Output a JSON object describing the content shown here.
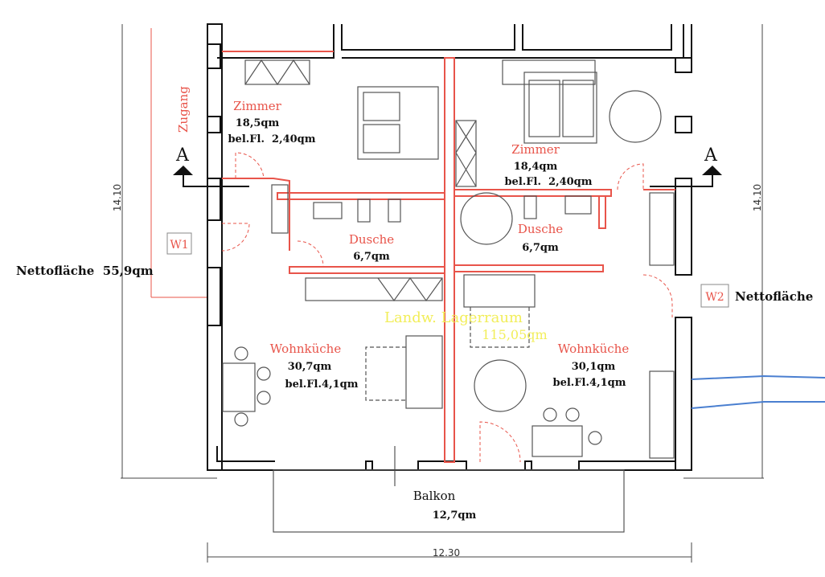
{
  "plan": {
    "access_label": "Zugang",
    "section_marker": "A",
    "units": {
      "w1": {
        "tag": "W1",
        "net_area": "Nettofläche  55,9qm",
        "bedroom": {
          "name": "Zimmer",
          "area": "18,5qm",
          "usable": "bel.Fl.  2,40qm"
        },
        "shower": {
          "name": "Dusche",
          "area": "6,7qm"
        },
        "kitchen": {
          "name": "Wohnküche",
          "area": "30,7qm",
          "usable": "bel.Fl.4,1qm"
        }
      },
      "w2": {
        "tag": "W2",
        "net_area": "Nettofläche",
        "bedroom": {
          "name": "Zimmer",
          "area": "18,4qm",
          "usable": "bel.Fl.  2,40qm"
        },
        "shower": {
          "name": "Dusche",
          "area": "6,7qm"
        },
        "kitchen": {
          "name": "Wohnküche",
          "area": "30,1qm",
          "usable": "bel.Fl.4,1qm"
        }
      }
    },
    "storage": {
      "name": "Landw. Lagerraum",
      "area": "115,05qm"
    },
    "balcony": {
      "name": "Balkon",
      "area": "12,7qm"
    },
    "dimensions": {
      "width": "12.30",
      "height_left": "14.10",
      "height_right": "14.10"
    },
    "colors": {
      "wall": "#111111",
      "partition": "#e8544a",
      "storage_label": "#f2ee5a",
      "pipe": "#4a7fd0"
    }
  }
}
